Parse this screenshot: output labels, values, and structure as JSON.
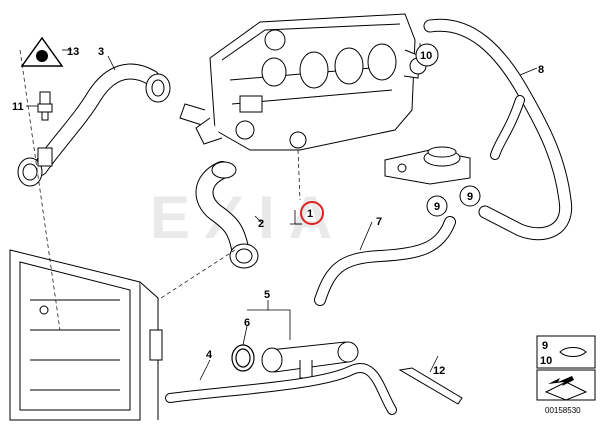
{
  "watermark": "EXIA",
  "callouts": {
    "c1": "1",
    "c2": "2",
    "c3": "3",
    "c4": "4",
    "c5": "5",
    "c6": "6",
    "c7": "7",
    "c8": "8",
    "c9a": "9",
    "c9b": "9",
    "c10": "10",
    "c11": "11",
    "c12": "12",
    "c13": "13"
  },
  "legend": {
    "a": "9",
    "b": "10"
  },
  "diagram_code": "00158530",
  "highlight_color": "#e02020"
}
